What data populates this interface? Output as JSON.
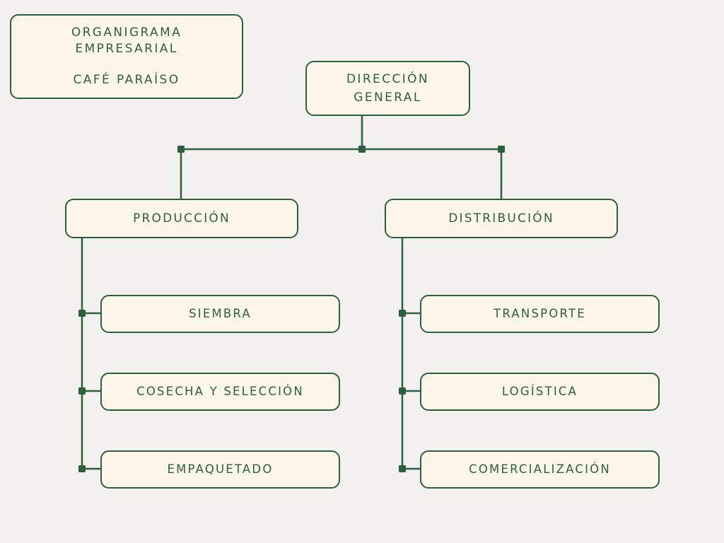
{
  "title": {
    "line1": "ORGANIGRAMA",
    "line2": "EMPRESARIAL",
    "line3": "CAFÉ PARAÍSO"
  },
  "root": {
    "line1": "DIRECCIÓN",
    "line2": "GENERAL"
  },
  "departments": [
    {
      "label": "PRODUCCIÓN",
      "children": [
        "SIEMBRA",
        "COSECHA Y SELECCIÓN",
        "EMPAQUETADO"
      ]
    },
    {
      "label": "DISTRIBUCIÓN",
      "children": [
        "TRANSPORTE",
        "LOGÍSTICA",
        "COMERCIALIZACIÓN"
      ]
    }
  ],
  "colors": {
    "line": "#2d5f3c",
    "box_fill": "#fcf6ea",
    "background": "#f2f1ef"
  }
}
